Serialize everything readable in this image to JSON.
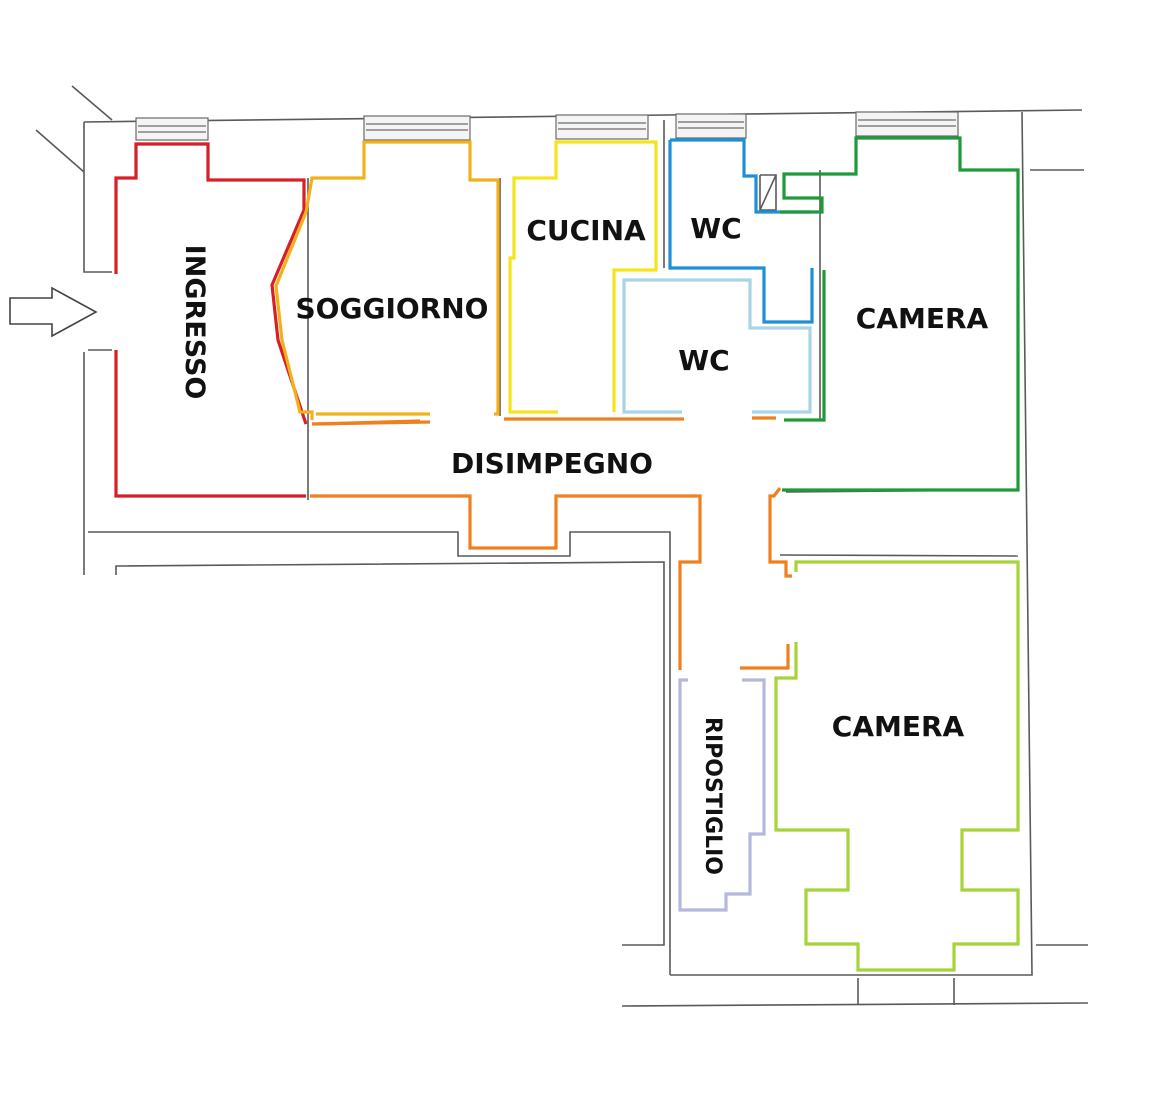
{
  "rooms": {
    "ingresso": {
      "label": "INGRESSO",
      "color": "#d61f26"
    },
    "soggiorno": {
      "label": "SOGGIORNO",
      "color": "#f2b01e"
    },
    "cucina": {
      "label": "CUCINA",
      "color": "#f3e51b"
    },
    "wc_upper": {
      "label": "WC",
      "color": "#1f8fd6"
    },
    "wc_lower": {
      "label": "WC",
      "color": "#a8d4e6"
    },
    "camera_upper": {
      "label": "CAMERA",
      "color": "#1f9a3a"
    },
    "disimpegno": {
      "label": "DISIMPEGNO",
      "color": "#f07f1e"
    },
    "ripostiglio": {
      "label": "RIPOSTIGLIO",
      "color": "#b5b8da"
    },
    "camera_lower": {
      "label": "CAMERA",
      "color": "#a8d23a"
    }
  },
  "entrance_arrow": {
    "icon": "entrance-arrow-icon"
  }
}
